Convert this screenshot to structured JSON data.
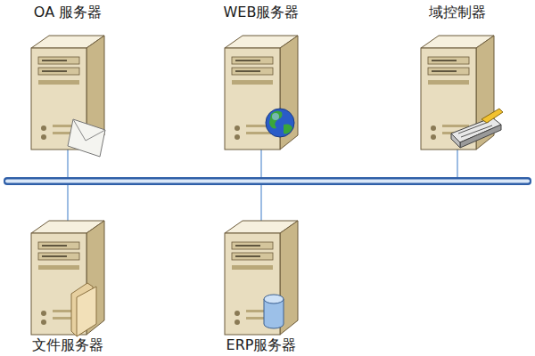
{
  "diagram": {
    "nodes": [
      {
        "text": [
          "OA 服务器"
        ]
      },
      {
        "text": [
          "WEB服务器"
        ]
      },
      {
        "text": [
          "域控制器"
        ]
      },
      {
        "text": [
          "文件服务器"
        ]
      },
      {
        "text": [
          "ERP服务器"
        ]
      }
    ]
  }
}
